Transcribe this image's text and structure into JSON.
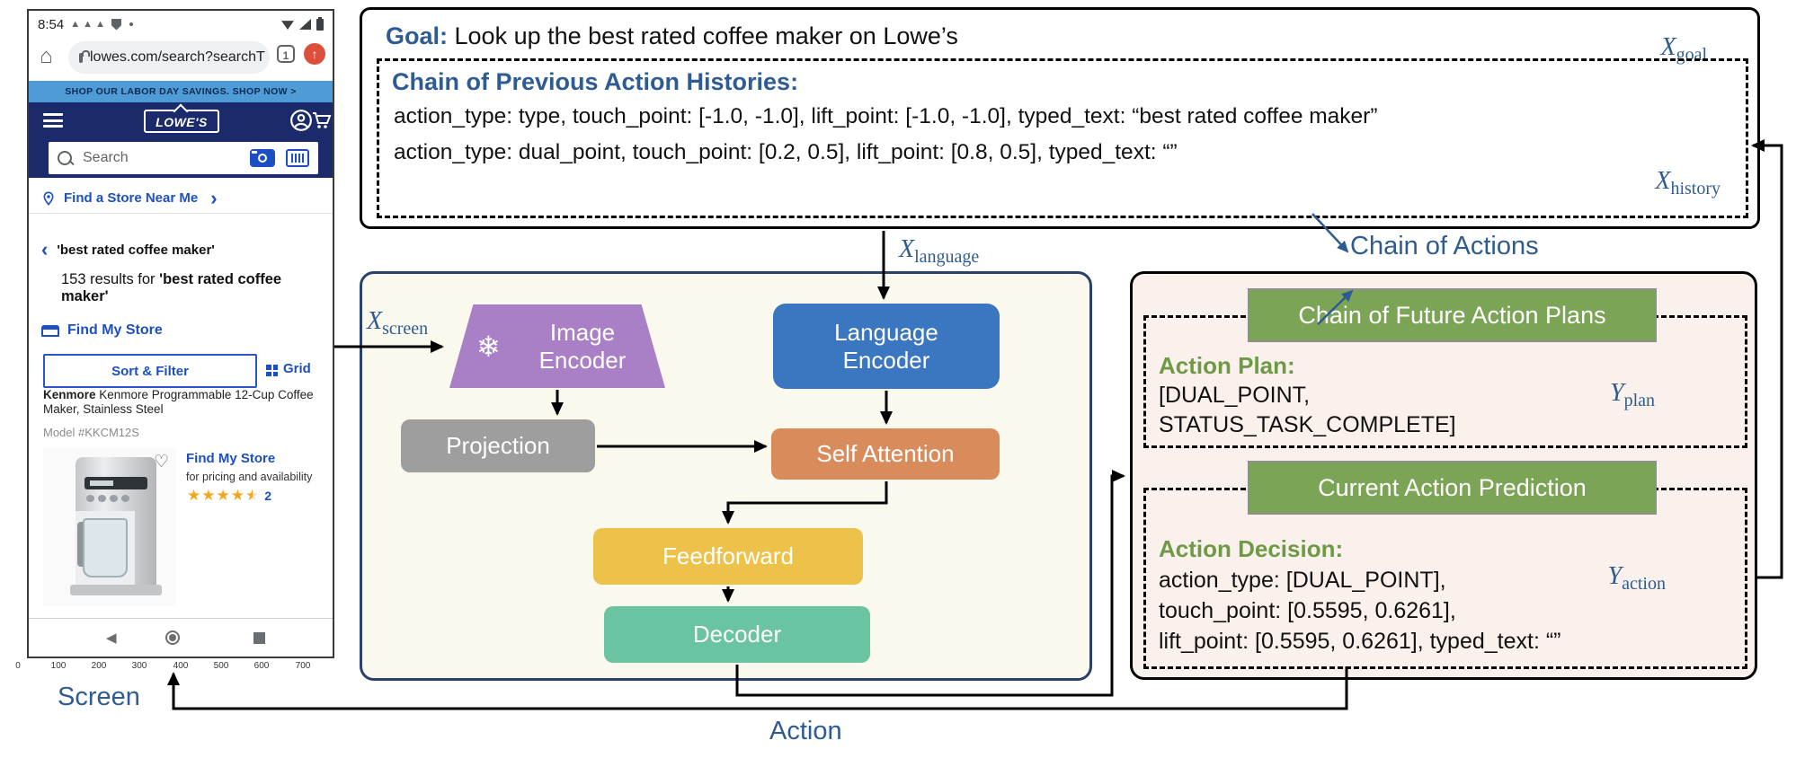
{
  "colors": {
    "accent_blue": "#2e5c92",
    "green_text": "#6f9a45",
    "green_box": "#7ca456",
    "purple_box": "#a97fc6",
    "blue_box": "#3b76c0",
    "orange_box": "#d88c5c",
    "gray_box": "#9e9e9e",
    "yellow_box": "#edc24a",
    "teal_box": "#6ac4a2",
    "pink_bg": "#faf0ec",
    "ivory_bg": "#fbf8ee",
    "lowes_navy": "#1b2a6b",
    "banner_blue": "#4f9bd6",
    "link_blue": "#1d4fc4",
    "star_gold": "#f6a51c",
    "update_badge": "#dd4f3a"
  },
  "phone": {
    "status": {
      "time": "8:54",
      "warning_icons": "▲ ▲ ▲"
    },
    "url_bar": {
      "url": "lowes.com/search?searchT",
      "tab_count": "1",
      "update_arrow": "↑"
    },
    "banner": "SHOP OUR LABOR DAY SAVINGS. SHOP NOW >",
    "logo": "LOWE'S",
    "search": {
      "placeholder": "Search"
    },
    "find_store_near": "Find a Store Near Me",
    "chevron_right": "›",
    "chevron_left": "‹",
    "back_query": "'best rated coffee maker'",
    "results_prefix": "153 results for ",
    "results_query": "'best rated coffee maker'",
    "find_my_store": "Find My Store",
    "sort_filter": "Sort & Filter",
    "grid": "Grid",
    "product": {
      "brand": "Kenmore",
      "title": " Kenmore Programmable 12-Cup Coffee Maker, Stainless Steel",
      "model": "Model #KKCM12S",
      "find_my_store": "Find My Store",
      "availability": "for pricing and availability",
      "stars_full": "★★★★",
      "star_half": "★",
      "rating_count": "2",
      "heart": "♡"
    },
    "nav": {
      "back": "◀"
    },
    "axis_ticks": [
      "0",
      "100",
      "200",
      "300",
      "400",
      "500",
      "600",
      "700"
    ]
  },
  "diagram": {
    "goal_label": "Goal:",
    "goal_text": " Look up the best rated coffee maker on Lowe’s",
    "history_title": "Chain of Previous Action Histories:",
    "history_line1": "action_type: type, touch_point: [-1.0, -1.0], lift_point: [-1.0, -1.0], typed_text: “best rated coffee maker”",
    "history_line2": "action_type: dual_point, touch_point: [0.2, 0.5],  lift_point: [0.8, 0.5], typed_text: “”",
    "chain_of_actions": "Chain of Actions",
    "blocks": {
      "image_encoder": "Image Encoder",
      "snowflake": "❄",
      "language_encoder": "Language Encoder",
      "projection": "Projection",
      "self_attention": "Self Attention",
      "feedforward": "Feedforward",
      "decoder": "Decoder"
    },
    "plans_header": "Chain of Future Action Plans",
    "plan_title": "Action Plan:",
    "plan_line1": "[DUAL_POINT,",
    "plan_line2": "STATUS_TASK_COMPLETE]",
    "prediction_header": "Current Action Prediction",
    "decision_title": "Action Decision:",
    "decision_line1": "action_type: [DUAL_POINT],",
    "decision_line2": "touch_point: [0.5595, 0.6261],",
    "decision_line3": "lift_point: [0.5595, 0.6261], typed_text: “”",
    "screen_label": "Screen",
    "action_label": "Action"
  },
  "labels": {
    "goal": {
      "base": "X",
      "sub": "goal"
    },
    "history": {
      "base": "X",
      "sub": "history"
    },
    "language": {
      "base": "X",
      "sub": "language"
    },
    "screen": {
      "base": "X",
      "sub": "screen"
    },
    "plan": {
      "base": "Y",
      "sub": "plan"
    },
    "action": {
      "base": "Y",
      "sub": "action"
    }
  }
}
